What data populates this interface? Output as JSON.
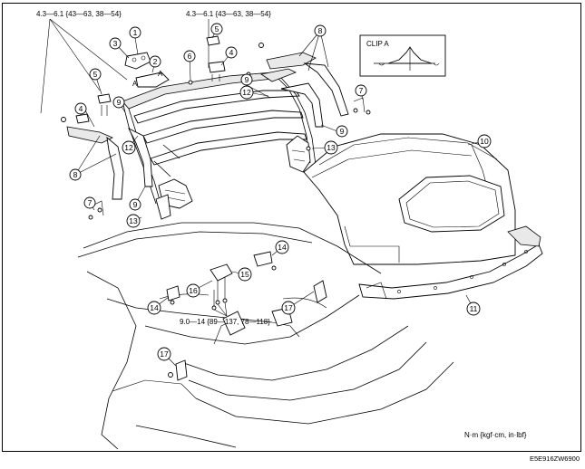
{
  "torque_top_left": "4.3—6.1 {43—63, 38—54}",
  "torque_top_center": "4.3—6.1 {43—63, 38—54}",
  "torque_bottom": "9.0—14 {89—137, 78—118}",
  "clip_label": "CLIP A",
  "point_a": "A",
  "units_note": "N·m {kgf·cm, in·lbf}",
  "figure_code": "E5E916ZW6900",
  "callouts": {
    "c1": "1",
    "c2": "2",
    "c3": "3",
    "c4a": "4",
    "c4b": "4",
    "c5a": "5",
    "c5b": "5",
    "c6": "6",
    "c7a": "7",
    "c7b": "7",
    "c8a": "8",
    "c8b": "8",
    "c9a": "9",
    "c9b": "9",
    "c9c": "9",
    "c9d": "9",
    "c10": "10",
    "c11": "11",
    "c12a": "12",
    "c12b": "12",
    "c13a": "13",
    "c13b": "13",
    "c14a": "14",
    "c14b": "14",
    "c15": "15",
    "c16": "16",
    "c17a": "17",
    "c17b": "17"
  }
}
